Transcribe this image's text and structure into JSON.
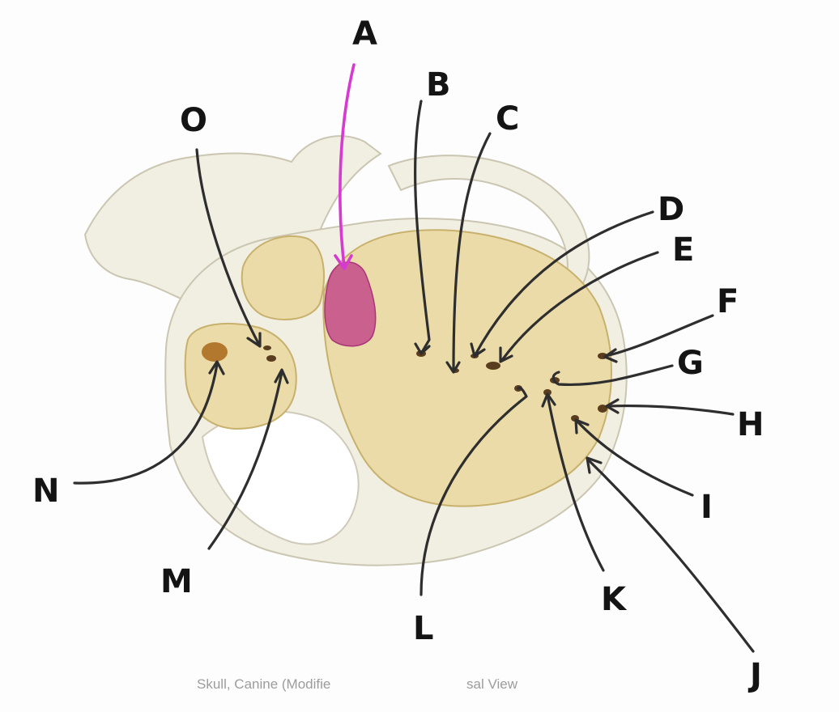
{
  "labels": {
    "A": "A",
    "B": "B",
    "C": "C",
    "D": "D",
    "E": "E",
    "F": "F",
    "G": "G",
    "H": "H",
    "I": "I",
    "J": "J",
    "K": "K",
    "L": "L",
    "M": "M",
    "N": "N",
    "O": "O"
  },
  "caption": {
    "left": "Skull, Canine (Modifie",
    "right": "sal View"
  },
  "colors": {
    "highlight": "#d63ad1",
    "highlight_fill": "#c44a8a",
    "bone": "#f1eee2",
    "arrow": "#2e2e2e"
  }
}
